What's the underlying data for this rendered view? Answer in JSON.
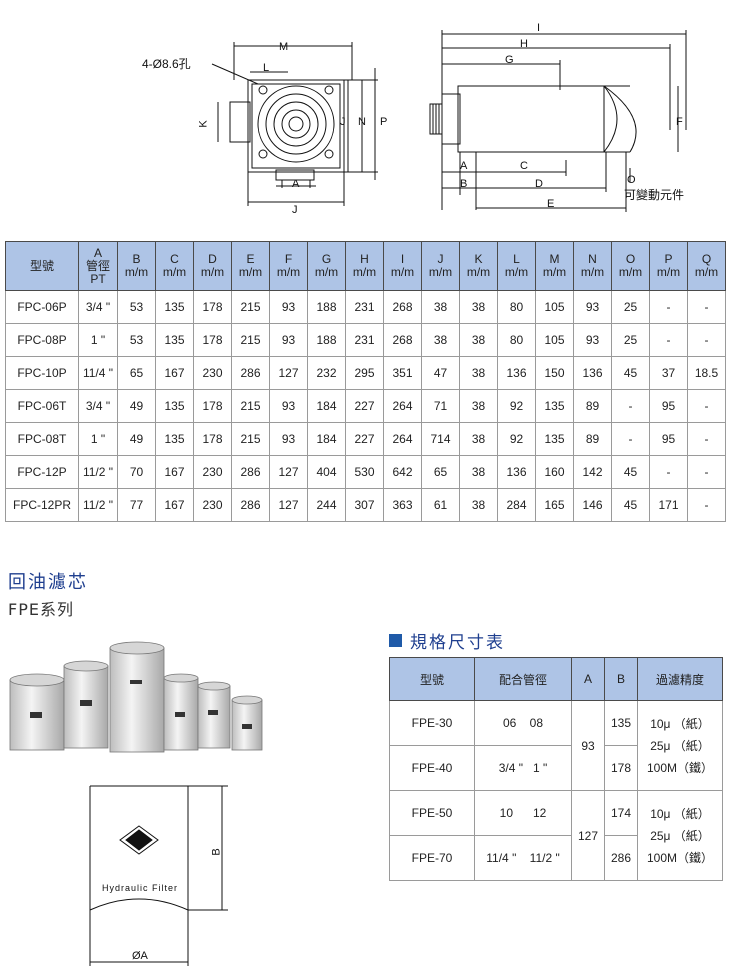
{
  "drawing": {
    "hole_label": "4-Ø8.6孔",
    "front_labels": [
      "M",
      "L",
      "K",
      "J",
      "N",
      "P",
      "A",
      "J"
    ],
    "side_labels": [
      "I",
      "H",
      "G",
      "F",
      "A",
      "C",
      "B",
      "D",
      "E",
      "O"
    ],
    "variable_part": "可變動元件"
  },
  "spec_table": {
    "headers": [
      {
        "line1": "型號",
        "line2": ""
      },
      {
        "line1": "A",
        "line2": "管徑",
        "line3": "PT"
      },
      {
        "line1": "B",
        "line2": "m/m"
      },
      {
        "line1": "C",
        "line2": "m/m"
      },
      {
        "line1": "D",
        "line2": "m/m"
      },
      {
        "line1": "E",
        "line2": "m/m"
      },
      {
        "line1": "F",
        "line2": "m/m"
      },
      {
        "line1": "G",
        "line2": "m/m"
      },
      {
        "line1": "H",
        "line2": "m/m"
      },
      {
        "line1": "I",
        "line2": "m/m"
      },
      {
        "line1": "J",
        "line2": "m/m"
      },
      {
        "line1": "K",
        "line2": "m/m"
      },
      {
        "line1": "L",
        "line2": "m/m"
      },
      {
        "line1": "M",
        "line2": "m/m"
      },
      {
        "line1": "N",
        "line2": "m/m"
      },
      {
        "line1": "O",
        "line2": "m/m"
      },
      {
        "line1": "P",
        "line2": "m/m"
      },
      {
        "line1": "Q",
        "line2": "m/m"
      }
    ],
    "rows": [
      [
        "FPC-06P",
        "3/4 \"",
        "53",
        "135",
        "178",
        "215",
        "93",
        "188",
        "231",
        "268",
        "38",
        "38",
        "80",
        "105",
        "93",
        "25",
        "-",
        "-"
      ],
      [
        "FPC-08P",
        "1 \"",
        "53",
        "135",
        "178",
        "215",
        "93",
        "188",
        "231",
        "268",
        "38",
        "38",
        "80",
        "105",
        "93",
        "25",
        "-",
        "-"
      ],
      [
        "FPC-10P",
        "11/4 \"",
        "65",
        "167",
        "230",
        "286",
        "127",
        "232",
        "295",
        "351",
        "47",
        "38",
        "136",
        "150",
        "136",
        "45",
        "37",
        "18.5"
      ],
      [
        "FPC-06T",
        "3/4 \"",
        "49",
        "135",
        "178",
        "215",
        "93",
        "184",
        "227",
        "264",
        "71",
        "38",
        "92",
        "135",
        "89",
        "-",
        "95",
        "-"
      ],
      [
        "FPC-08T",
        "1 \"",
        "49",
        "135",
        "178",
        "215",
        "93",
        "184",
        "227",
        "264",
        "714",
        "38",
        "92",
        "135",
        "89",
        "-",
        "95",
        "-"
      ],
      [
        "FPC-12P",
        "11/2 \"",
        "70",
        "167",
        "230",
        "286",
        "127",
        "404",
        "530",
        "642",
        "65",
        "38",
        "136",
        "160",
        "142",
        "45",
        "-",
        "-"
      ],
      [
        "FPC-12PR",
        "11/2 \"",
        "77",
        "167",
        "230",
        "286",
        "127",
        "244",
        "307",
        "363",
        "61",
        "38",
        "284",
        "165",
        "146",
        "45",
        "171",
        "-"
      ]
    ]
  },
  "section": {
    "title": "回油濾芯",
    "subtitle": "FPE系列",
    "spec_title": "規格尺寸表"
  },
  "filter_drawing": {
    "label": "Hydraulic Filter",
    "dim_b": "B",
    "dim_a": "ØA"
  },
  "fpe_table": {
    "headers": [
      "型號",
      "配合管徑",
      "A",
      "B",
      "過濾精度"
    ],
    "rows": [
      {
        "model": "FPE-30",
        "pipe": "06    08",
        "b": "135"
      },
      {
        "model": "FPE-40",
        "pipe": "3/4 \"   1 \"",
        "b": "178"
      },
      {
        "model": "FPE-50",
        "pipe": "10      12",
        "b": "174"
      },
      {
        "model": "FPE-70",
        "pipe": "11/4 \"    11/2 \"",
        "b": "286"
      }
    ],
    "a_groups": [
      "93",
      "127"
    ],
    "precision": [
      "10μ （紙）",
      "25μ （紙）",
      "100M（鐵）"
    ]
  }
}
